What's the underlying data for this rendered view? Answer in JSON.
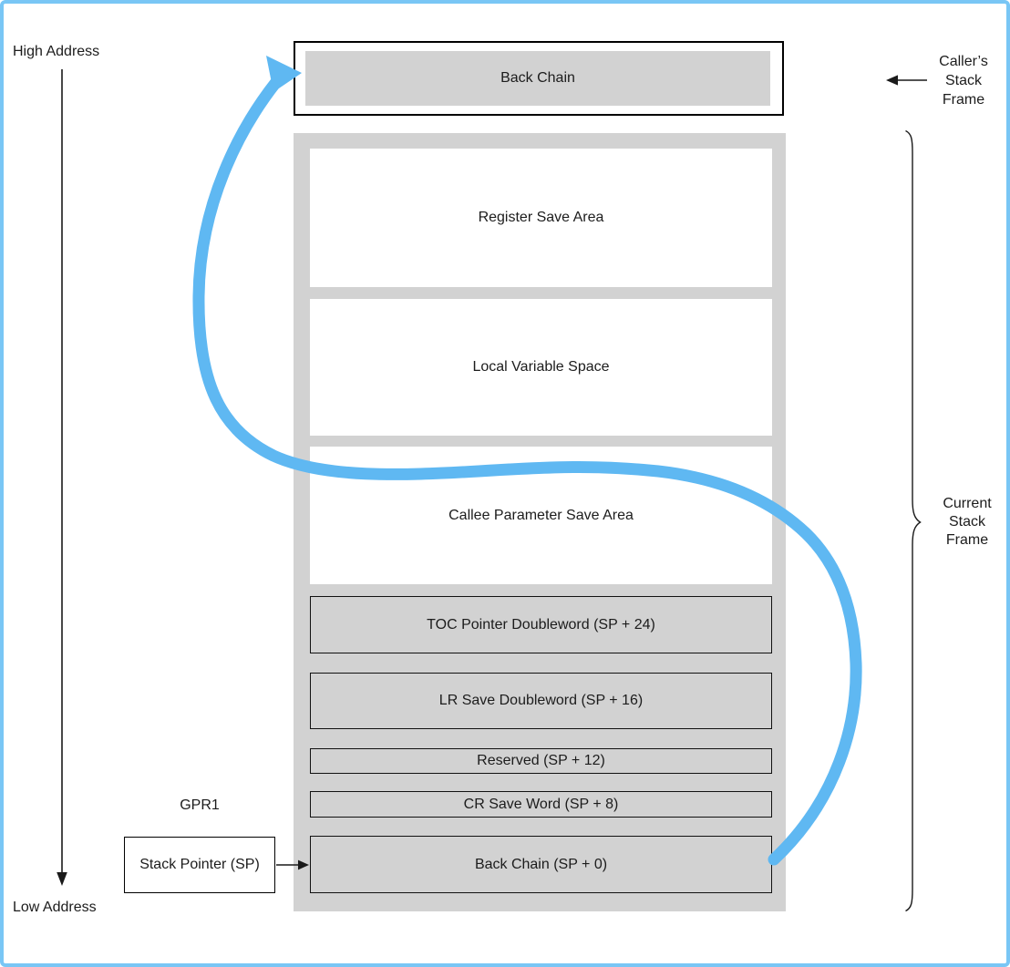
{
  "diagram": {
    "address_labels": {
      "high": "High Address",
      "low": "Low Address"
    },
    "caller_frame": {
      "box_label": "Back Chain",
      "side_label_lines": [
        "Caller’s",
        "Stack",
        "Frame"
      ]
    },
    "current_frame": {
      "side_label_lines": [
        "Current",
        "Stack",
        "Frame"
      ],
      "rows": [
        {
          "label": "Register Save Area",
          "style": "white"
        },
        {
          "label": "Local Variable Space",
          "style": "white"
        },
        {
          "label": "Callee Parameter Save Area",
          "style": "white"
        },
        {
          "label": "TOC Pointer Doubleword (SP + 24)",
          "style": "bordered"
        },
        {
          "label": "LR Save Doubleword (SP + 16)",
          "style": "bordered"
        },
        {
          "label": "Reserved (SP + 12)",
          "style": "bordered"
        },
        {
          "label": "CR Save Word (SP + 8)",
          "style": "bordered"
        },
        {
          "label": "Back Chain (SP + 0)",
          "style": "bordered"
        }
      ]
    },
    "stack_pointer": {
      "register_label": "GPR1",
      "box_label": "Stack Pointer (SP)"
    },
    "colors": {
      "frame_gray": "#d2d2d2",
      "back_chain_arrow_blue": "#5fb8f2",
      "page_border_blue": "#79c6f5",
      "line_black": "#1a1a1a"
    }
  }
}
